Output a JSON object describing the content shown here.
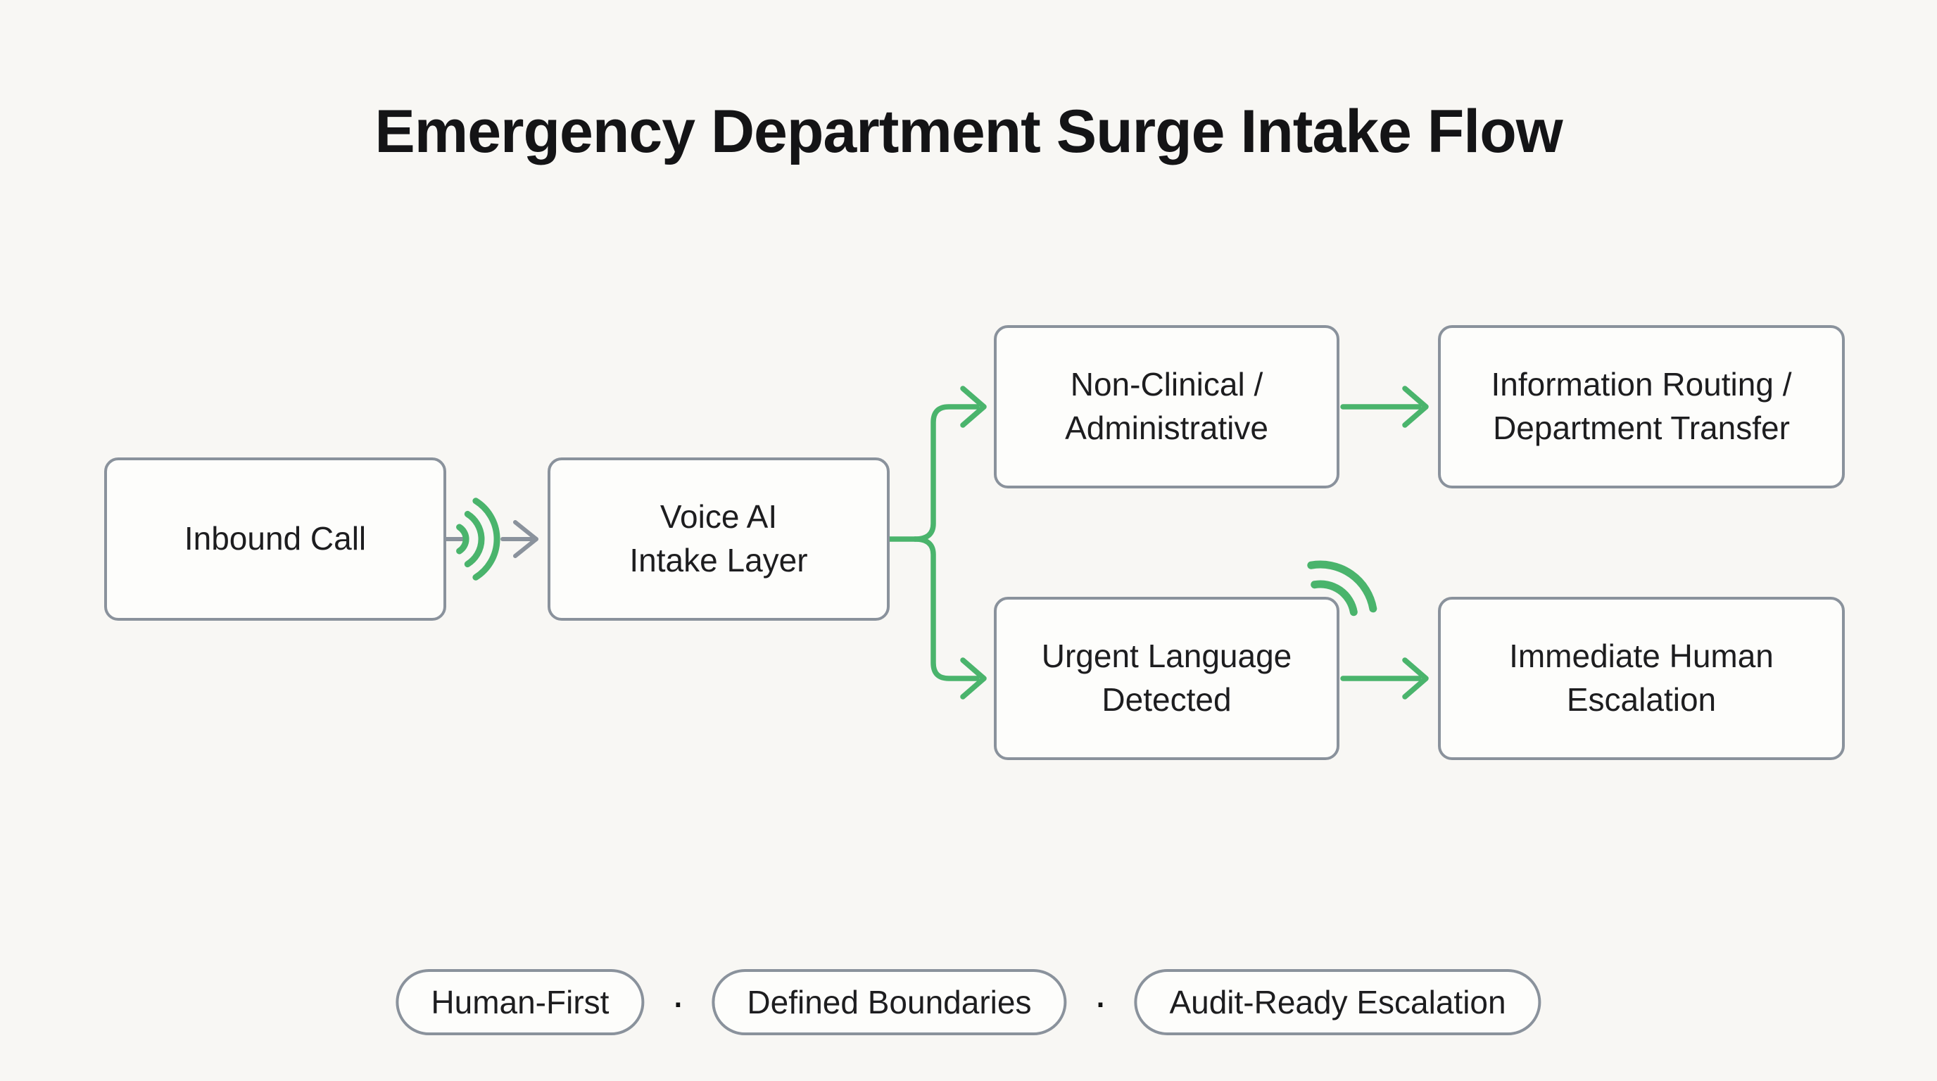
{
  "title": "Emergency Department Surge Intake Flow",
  "nodes": {
    "inbound_call": {
      "label": "Inbound Call"
    },
    "voice_ai": {
      "label": "Voice AI\nIntake Layer"
    },
    "non_clinical": {
      "label": "Non-Clinical /\nAdministrative"
    },
    "urgent": {
      "label": "Urgent Language\nDetected"
    },
    "info_routing": {
      "label": "Information Routing /\nDepartment Transfer"
    },
    "escalation": {
      "label": "Immediate Human\nEscalation"
    }
  },
  "edges": [
    {
      "from": "inbound_call",
      "to": "voice_ai",
      "style": "gray-arrow-with-sound-waves"
    },
    {
      "from": "voice_ai",
      "to": "non_clinical",
      "style": "green-branch-arrow"
    },
    {
      "from": "voice_ai",
      "to": "urgent",
      "style": "green-branch-arrow"
    },
    {
      "from": "non_clinical",
      "to": "info_routing",
      "style": "green-arrow"
    },
    {
      "from": "urgent",
      "to": "escalation",
      "style": "green-arrow"
    }
  ],
  "icons": {
    "sound_wave": "sound-wave-arcs",
    "arrowheads": "chevron-right",
    "urgent_wifi": "wifi-signal-arcs",
    "urgent_badge": "green-recording-badge"
  },
  "pills": {
    "items": [
      "Human-First",
      "Defined Boundaries",
      "Audit-Ready Escalation"
    ],
    "separator": "·"
  },
  "colors": {
    "background": "#f8f7f4",
    "node_fill": "#fdfdfb",
    "border_gray": "#8a929c",
    "accent_green": "#4ab46c",
    "badge_green": "#53bc75",
    "text": "#1d1d1f",
    "title_color": "#141416"
  }
}
